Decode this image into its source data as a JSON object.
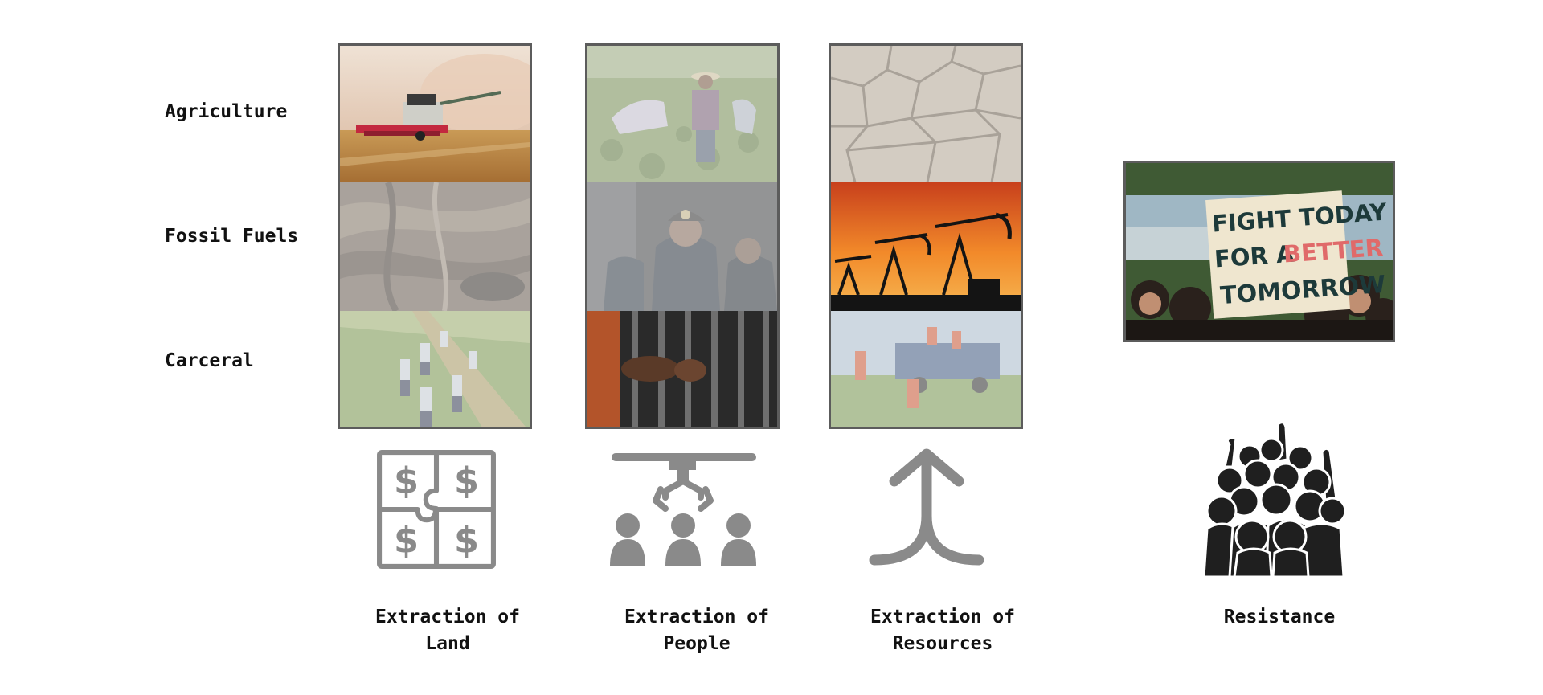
{
  "rows": {
    "agriculture": "Agriculture",
    "fossil_fuels": "Fossil Fuels",
    "carceral": "Carceral"
  },
  "columns": {
    "land": {
      "caption_line1": "Extraction of",
      "caption_line2": "Land",
      "icon": "puzzle-dollar-icon"
    },
    "people": {
      "caption_line1": "Extraction of",
      "caption_line2": "People",
      "icon": "claw-people-icon"
    },
    "resources": {
      "caption_line1": "Extraction of",
      "caption_line2": "Resources",
      "icon": "merge-arrow-icon"
    }
  },
  "resistance": {
    "caption": "Resistance",
    "icon": "crowd-fists-icon",
    "sign": {
      "line1": "FIGHT TODAY",
      "line2a": "FOR A",
      "line2b": "BETTER",
      "line3": "TOMORROW"
    }
  },
  "colors": {
    "icon_gray": "#8a8a8a",
    "frame": "#5c5c5c",
    "crowd": "#1f1f1f",
    "sign_accent": "#e06a6a"
  }
}
